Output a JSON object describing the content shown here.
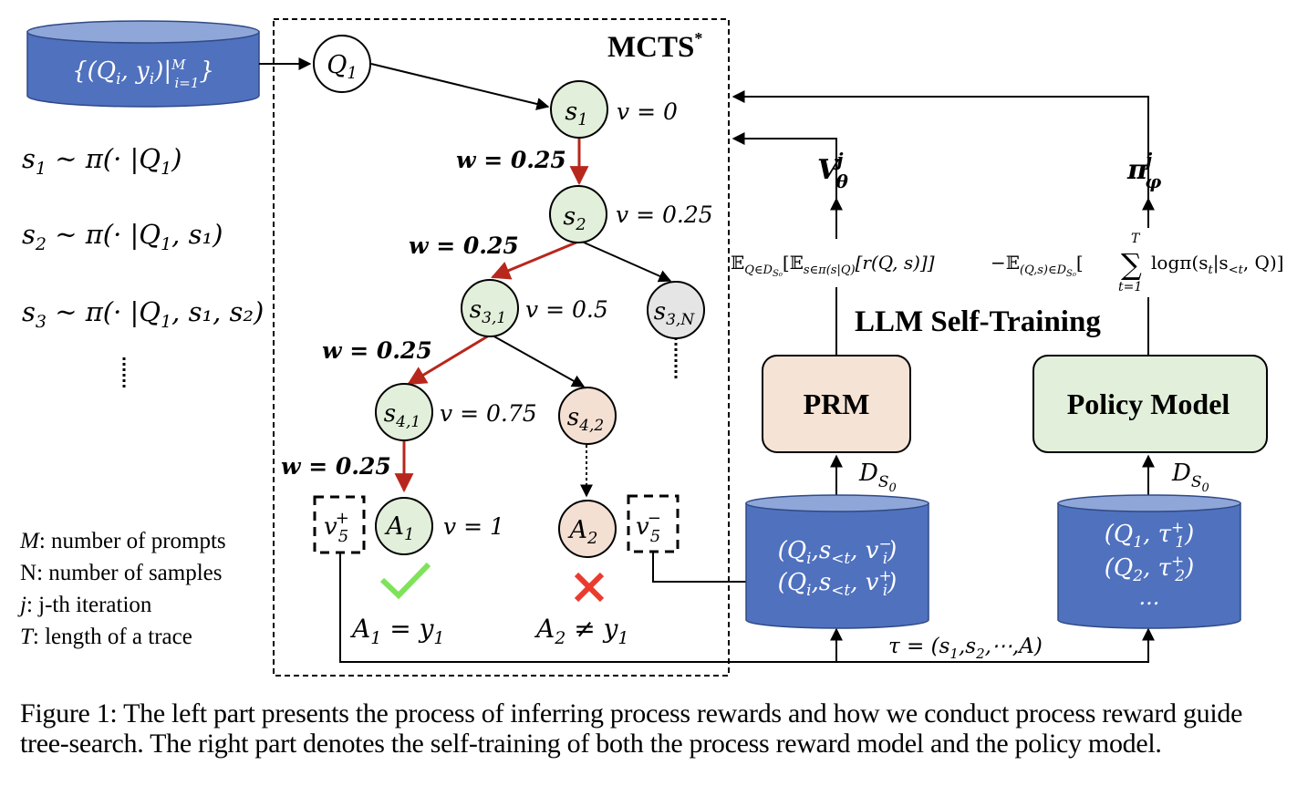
{
  "dataset": {
    "label_main": "{(Q",
    "label_sub_i": "i",
    "label_mid": ", y",
    "label_sub_i2": "i",
    "label_end": ")|",
    "label_sup": "M",
    "label_sub": "i=1",
    "label_close": "}"
  },
  "sampling": [
    {
      "lhs": "s",
      "lhs_sub": "1",
      "rhs": " ~ π(· |Q",
      "rhs_sub": "1",
      "rhs_rest": ")"
    },
    {
      "lhs": "s",
      "lhs_sub": "2",
      "rhs": " ~ π(· |Q",
      "rhs_sub": "1",
      "rhs_rest": ", s₁)"
    },
    {
      "lhs": "s",
      "lhs_sub": "3",
      "rhs": " ~ π(· |Q",
      "rhs_sub": "1",
      "rhs_rest": ", s₁, s₂)"
    }
  ],
  "legend": [
    {
      "symbol": "M",
      "text": ": number of prompts"
    },
    {
      "symbol": "N",
      "text": ": number of samples"
    },
    {
      "symbol": "j",
      "text": ": j-th iteration"
    },
    {
      "symbol": "T",
      "text": ": length of a trace"
    }
  ],
  "mcts": {
    "title": "MCTS",
    "title_sup": "*",
    "nodes": [
      {
        "id": "Q1",
        "base": "Q",
        "sub": "1",
        "value": null,
        "fill": "#ffffff"
      },
      {
        "id": "s1",
        "base": "s",
        "sub": "1",
        "value": "v = 0",
        "fill": "#e2efda"
      },
      {
        "id": "s2",
        "base": "s",
        "sub": "2",
        "value": "v = 0.25",
        "fill": "#e2efda"
      },
      {
        "id": "s31",
        "base": "s",
        "sub": "3,1",
        "value": "v = 0.5",
        "fill": "#e2efda"
      },
      {
        "id": "s3N",
        "base": "s",
        "sub": "3,N",
        "value": null,
        "fill": "#e5e5e5"
      },
      {
        "id": "s41",
        "base": "s",
        "sub": "4,1",
        "value": "v = 0.75",
        "fill": "#e2efda"
      },
      {
        "id": "s42",
        "base": "s",
        "sub": "4,2",
        "value": null,
        "fill": "#f4dfd3"
      },
      {
        "id": "A1",
        "base": "A",
        "sub": "1",
        "value": "v = 1",
        "fill": "#e2efda"
      },
      {
        "id": "A2",
        "base": "A",
        "sub": "2",
        "value": null,
        "fill": "#f4dfd3"
      }
    ],
    "weights": [
      "w = 0.25",
      "w = 0.25",
      "w = 0.25",
      "w = 0.25"
    ],
    "v_plus": {
      "base": "v",
      "sup": "+",
      "sub": "5"
    },
    "v_minus": {
      "base": "v",
      "sup": "−",
      "sub": "5"
    },
    "outcome_correct": {
      "lhs": "A",
      "lhs_sub": "1",
      "op": " = ",
      "rhs": "y",
      "rhs_sub": "1"
    },
    "outcome_wrong": {
      "lhs": "A",
      "lhs_sub": "2",
      "op": " ≠ ",
      "rhs": "y",
      "rhs_sub": "1"
    },
    "check_color": "#7ee35a",
    "cross_color": "#ea3b2e",
    "path_color": "#b8271d"
  },
  "self_training": {
    "title": "LLM Self-Training",
    "prm_label": "PRM",
    "policy_label": "Policy Model",
    "prm_fill": "#f5e3d6",
    "policy_fill": "#e2efda",
    "value_out": {
      "base": "V",
      "sup": "j",
      "sub": "θ"
    },
    "policy_out": {
      "base": "π",
      "sup": "j",
      "sub": "φ"
    },
    "prm_objective": "𝔼_{Q∈D_{S0}}[𝔼_{s∈π(s|Q)}[r(Q, s)]]",
    "prm_obj_parts": {
      "E": "𝔼",
      "sub1": "Q∈D",
      "sub1b": "S₀",
      "mid": "[𝔼",
      "sub2": "s∈π(s|Q)",
      "end": "[r(Q, s)]]"
    },
    "policy_obj_parts": {
      "E": "−𝔼",
      "sub1": "(Q,s)∈D",
      "sub1b": "S₀",
      "bracket": "[",
      "sum": "∑",
      "sum_top": "T",
      "sum_bottom": "t=1",
      "body": "logπ(s",
      "body_sub": "t",
      "body_mid": "|s",
      "body_sub2": "<t",
      "body_end": ", Q)]"
    },
    "ds_label": {
      "base": "D",
      "sub": "S",
      "subsub": "0"
    },
    "prm_db_lines": [
      "(Qᵢ, s₍<t₎, vᵢ⁻)",
      "(Qᵢ, s₍<t₎, vᵢ⁺)"
    ],
    "prm_db": [
      {
        "a": "(Q",
        "a_sub": "i",
        "b": ",s",
        "b_sub": "<t",
        "c": ", v",
        "c_sup": "−",
        "c_sub": "i",
        "d": ")"
      },
      {
        "a": "(Q",
        "a_sub": "i",
        "b": ",s",
        "b_sub": "<t",
        "c": ", v",
        "c_sup": "+",
        "c_sub": "i",
        "d": ")"
      }
    ],
    "policy_db": [
      {
        "a": "(Q",
        "a_sub": "1",
        "b": ", τ",
        "b_sup": "+",
        "b_sub": "1",
        "c": ")"
      },
      {
        "a": "(Q",
        "a_sub": "2",
        "b": ", τ",
        "b_sup": "+",
        "b_sub": "2",
        "c": ")"
      }
    ],
    "policy_db_more": "...",
    "trace": {
      "lhs": "τ = (s",
      "s1": "1",
      "mid": ",s",
      "s2": "2",
      "end": ",⋯,A)"
    },
    "db_fill": "#4f71be",
    "db_top_fill": "#8fa6d8"
  },
  "caption": "Figure 1: The left part presents the process of inferring process rewards and how we conduct process reward guide tree-search. The right part denotes the self-training of both the process reward model and the policy model."
}
